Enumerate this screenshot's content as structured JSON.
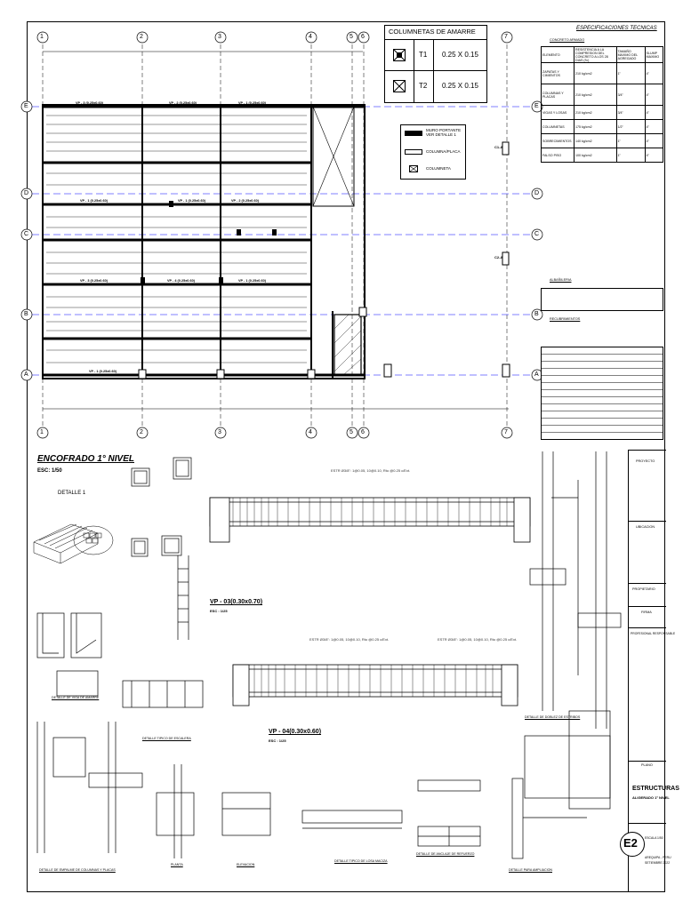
{
  "columnetas": {
    "title": "COLUMNETAS DE AMARRE",
    "rows": [
      {
        "code": "T1",
        "size": "0.25 X 0.15"
      },
      {
        "code": "T2",
        "size": "0.25 X 0.15"
      }
    ]
  },
  "legend": {
    "items": [
      "MURO PORTANTE VER DETALLE 1",
      "COLUMNA/PLACA",
      "COLUMNETA"
    ]
  },
  "grid": {
    "axes_numbers": [
      "1",
      "2",
      "3",
      "4",
      "5",
      "6",
      "7"
    ],
    "axes_letters": [
      "E",
      "D",
      "C",
      "B",
      "A"
    ]
  },
  "plan": {
    "beams": [
      "VP - 3 (0.25x0.60)",
      "VP - 2 (0.25x0.60)",
      "VP - 1 (0.25x0.60)",
      "VP - 1 (0.25x0.60)",
      "VP - 1 (0.25x0.60)",
      "VP - 2 (0.25x0.60)",
      "VP - 3 (0.25x0.60)",
      "VP - 4 (0.25x0.60)",
      "VP - 1 (0.25x0.60)",
      "VP - 1 (0.25x0.60)"
    ],
    "column_tags": [
      "C1-A",
      "C2-A"
    ]
  },
  "specs": {
    "title": "ESPECIFICACIONES TECNICAS",
    "sub1": "CONCRETO ARMADO",
    "sub2": "ALBAÑILERIA",
    "sub3": "RECUBRIMIENTOS",
    "rows": [
      [
        "ELEMENTO",
        "RESISTENCIA A LA COMPRESION DEL CONCRETO A LOS 28 DIAS (f'c)",
        "TAMAÑO MAXIMO DEL AGREGADO",
        "SLUMP MAXIMO"
      ],
      [
        "ZAPATAS Y CIMIENTOS",
        "210 kg/cm2",
        "1\"",
        "4\""
      ],
      [
        "COLUMNAS Y PLACAS",
        "210 kg/cm2",
        "3/4\"",
        "4\""
      ],
      [
        "VIGAS Y LOSAS",
        "210 kg/cm2",
        "3/4\"",
        "4\""
      ],
      [
        "COLUMNETAS",
        "175 kg/cm2",
        "1/2\"",
        "4\""
      ],
      [
        "SOBRECIMIENTOS",
        "140 kg/cm2",
        "1\"",
        "4\""
      ],
      [
        "FALSO PISO",
        "100 kg/cm2",
        "1\"",
        "4\""
      ]
    ]
  },
  "detail": {
    "title": "ENCOFRADO 1° NIVEL",
    "scale": "ESC: 1/50",
    "detalle1": "DETALLE 1",
    "vp03": "VP - 03(0.30x0.70)",
    "vp03_scale": "ESC : 1/25",
    "vp04": "VP - 04(0.30x0.60)",
    "vp04_scale": "ESC : 1/25",
    "estr_top": "ESTR Ø3/8\": 1@0.05, 10@0.10, Rto @0.25 c/Ext.",
    "estr_mid1": "ESTR Ø3/8\": 1@0.05, 10@0.10, Rto @0.25 c/Ext.",
    "estr_mid2": "ESTR Ø3/8\": 1@0.05, 10@0.10, Rto @0.25 c/Ext."
  },
  "captions": {
    "c1": "DETALLE DE EMPALME DE COLUMNAS Y PLACAS",
    "c2": "DETALLE DE VIGA DE AMARRE",
    "c3": "DETALLE TIPICO DE ESCALERA",
    "c4": "DETALLE DE DOBLEZ DE ESTRIBOS",
    "c5": "PLANTA",
    "c6": "ELEVACION",
    "c7": "DETALLE TIPICO DE LOSA MACIZA",
    "c8": "DETALLE DE ANCLAJE DE REFUERZO",
    "c9": "DETALLE PARA AMPLIACION"
  },
  "title_block": {
    "proyecto": "PROYECTO",
    "ubicacion": "UBICACION",
    "propietario": "PROPIETARIO",
    "firma": "FIRMA",
    "profesional": "PROFESIONAL RESPONSABLE",
    "plano_label": "PLANO",
    "plano_title": "ESTRUCTURAS",
    "plano_sub": "ALIGERADO 1° NIVEL",
    "sheet_code": "E2",
    "escala_label": "ESCALA",
    "escala_val": "1/50",
    "location": "AREQUIPA - PERU",
    "date": "SETIEMBRE 2022"
  }
}
